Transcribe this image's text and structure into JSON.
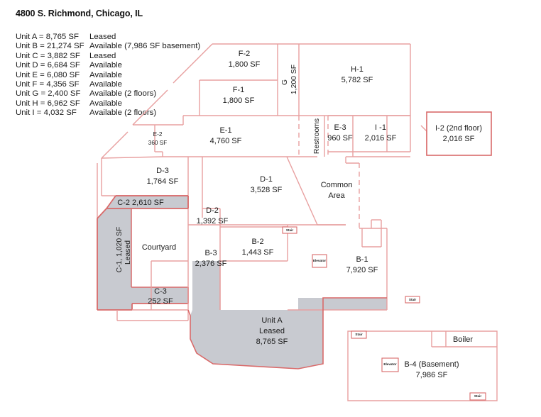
{
  "title": "4800 S. Richmond, Chicago, IL",
  "legend": {
    "rows": [
      {
        "unit": "Unit A = 8,765 SF",
        "status": "Leased"
      },
      {
        "unit": "Unit B = 21,274 SF",
        "status": "Available (7,986 SF basement)"
      },
      {
        "unit": "Unit C = 3,882 SF",
        "status": "Leased"
      },
      {
        "unit": "Unit D = 6,684 SF",
        "status": "Available"
      },
      {
        "unit": "Unit E = 6,080 SF",
        "status": "Available"
      },
      {
        "unit": "Unit F = 4,356 SF",
        "status": "Available"
      },
      {
        "unit": "Unit G = 2,400 SF",
        "status": "Available (2 floors)"
      },
      {
        "unit": "Unit H = 6,962 SF",
        "status": "Available"
      },
      {
        "unit": "Unit I = 4,032 SF",
        "status": "Available (2 floors)"
      }
    ]
  },
  "colors": {
    "wall": "#e8a0a0",
    "wall_dark": "#d96a6a",
    "leased_fill": "#c8cad0",
    "text": "#1a1a1a",
    "background": "#ffffff"
  },
  "plan": {
    "rooms": {
      "f2": {
        "name": "F-2",
        "area": "1,800 SF"
      },
      "f1": {
        "name": "F-1",
        "area": "1,800 SF"
      },
      "g": {
        "name": "G",
        "area": "1,200 SF"
      },
      "h1": {
        "name": "H-1",
        "area": "5,782 SF"
      },
      "e1": {
        "name": "E-1",
        "area": "4,760 SF"
      },
      "e2": {
        "name": "E-2",
        "area": "360 SF"
      },
      "e3": {
        "name": "E-3",
        "area": "960 SF"
      },
      "i1": {
        "name": "I -1",
        "area": "2,016 SF"
      },
      "i2": {
        "name": "I-2 (2nd floor)",
        "area": "2,016 SF"
      },
      "restrooms": {
        "name": "Restrooms",
        "area": ""
      },
      "common": {
        "name": "Common",
        "area": "Area"
      },
      "d1": {
        "name": "D-1",
        "area": "3,528 SF"
      },
      "d2": {
        "name": "D-2",
        "area": "1,392 SF"
      },
      "d3": {
        "name": "D-3",
        "area": "1,764 SF"
      },
      "c1": {
        "name": "C-1, 1,020 SF",
        "area": "Leased"
      },
      "c2": {
        "name": "C-2 2,610 SF",
        "area": ""
      },
      "c3": {
        "name": "C-3",
        "area": "252 SF"
      },
      "courtyard": {
        "name": "Courtyard",
        "area": ""
      },
      "b1": {
        "name": "B-1",
        "area": "7,920 SF"
      },
      "b2": {
        "name": "B-2",
        "area": "1,443 SF"
      },
      "b3": {
        "name": "B-3",
        "area": "2,376 SF"
      },
      "b4": {
        "name": "B-4 (Basement)",
        "area": "7,986 SF"
      },
      "boiler": {
        "name": "Boiler",
        "area": ""
      },
      "unita": {
        "name": "Unit A",
        "status": "Leased",
        "area": "8,765 SF"
      }
    },
    "markers": {
      "stair": "Stair",
      "elevator": "Elevator"
    }
  }
}
